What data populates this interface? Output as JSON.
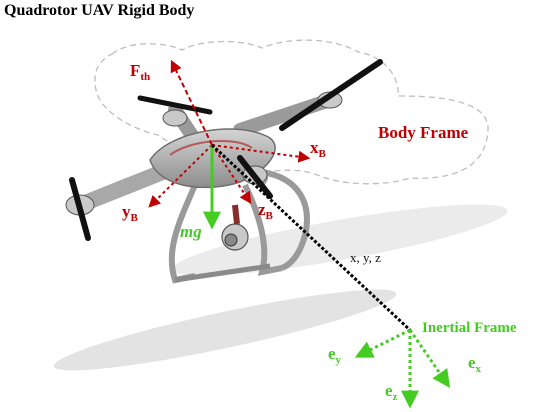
{
  "diagram": {
    "title": "Quadrotor UAV Rigid Body",
    "body_frame_label": "Body Frame",
    "inertial_frame_label": "Inertial Frame",
    "thrust": {
      "base": "F",
      "sub": "th"
    },
    "weight": "mg",
    "body_axes": {
      "x": {
        "base": "x",
        "sub": "B"
      },
      "y": {
        "base": "y",
        "sub": "B"
      },
      "z": {
        "base": "z",
        "sub": "B"
      }
    },
    "inertial_axes": {
      "x": {
        "base": "e",
        "sub": "x"
      },
      "y": {
        "base": "e",
        "sub": "y"
      },
      "z": {
        "base": "e",
        "sub": "z"
      }
    },
    "position_label": "x, y, z"
  },
  "colors": {
    "body_frame": "#c00000",
    "inertial_frame": "#44cc22",
    "position_vector": "#000000",
    "cloud_outline": "#bdbdbd"
  }
}
